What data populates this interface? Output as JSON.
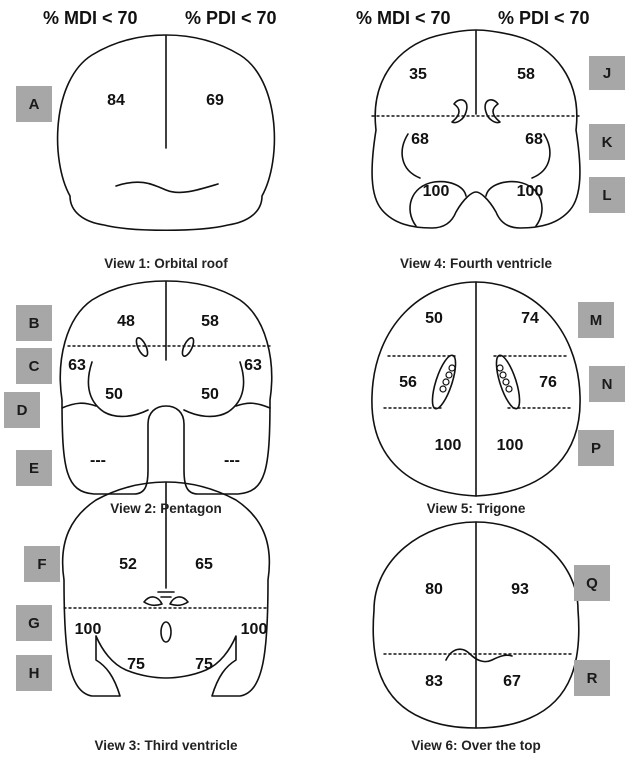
{
  "headers": {
    "mdi_left": "% MDI < 70",
    "pdi_left": "% PDI < 70",
    "mdi_right": "% MDI < 70",
    "pdi_right": "% PDI < 70"
  },
  "views": [
    {
      "caption": "View 1: Orbital roof",
      "values": [
        "84",
        "69"
      ]
    },
    {
      "caption": "View 2: Pentagon",
      "values": [
        "48",
        "58",
        "63",
        "63",
        "50",
        "50",
        "---",
        "---"
      ]
    },
    {
      "caption": "View 3: Third ventricle",
      "values": [
        "52",
        "65",
        "100",
        "100",
        "75",
        "75"
      ]
    },
    {
      "caption": "View 4: Fourth ventricle",
      "values": [
        "35",
        "58",
        "68",
        "68",
        "100",
        "100"
      ]
    },
    {
      "caption": "View 5: Trigone",
      "values": [
        "50",
        "74",
        "56",
        "76",
        "100",
        "100"
      ]
    },
    {
      "caption": "View 6: Over the top",
      "values": [
        "80",
        "93",
        "83",
        "67"
      ]
    }
  ],
  "badges": [
    "A",
    "B",
    "C",
    "D",
    "E",
    "F",
    "G",
    "H",
    "J",
    "K",
    "L",
    "M",
    "N",
    "P",
    "Q",
    "R"
  ]
}
